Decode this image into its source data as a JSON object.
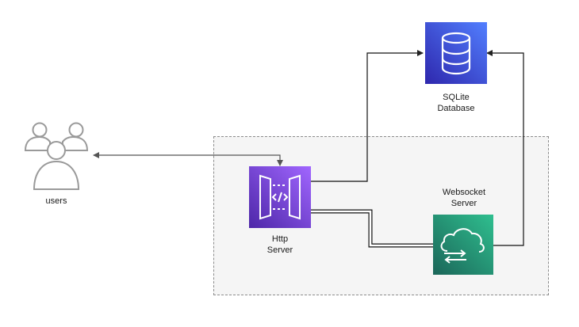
{
  "diagram": {
    "users": {
      "label": "users",
      "icon": "users-icon"
    },
    "http_server": {
      "label": "Http\nServer",
      "icon": "api-gateway-icon",
      "color": "#7b3ff2"
    },
    "database": {
      "label": "SQLite\nDatabase",
      "icon": "database-icon",
      "color": "#3b55e6"
    },
    "websocket_server": {
      "label": "Websocket\nServer",
      "icon": "cloud-exchange-icon",
      "color": "#1f9a6b"
    },
    "edges": [
      {
        "from": "users",
        "to": "http_server",
        "style": "bidirectional-arrow"
      },
      {
        "from": "http_server",
        "to": "database",
        "style": "arrow"
      },
      {
        "from": "websocket_server",
        "to": "database",
        "style": "arrow"
      },
      {
        "from": "http_server",
        "to": "websocket_server",
        "style": "double-line"
      }
    ]
  }
}
